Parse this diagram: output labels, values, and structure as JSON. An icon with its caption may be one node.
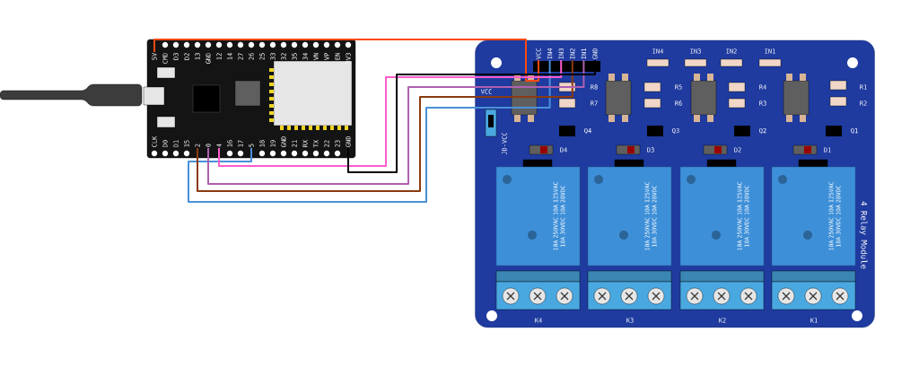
{
  "diagram": {
    "nodes": [
      {
        "text": [],
        "shape": "box"
      },
      {
        "text": [
          "5V"
        ],
        "in": 0
      },
      {
        "text": [
          "2"
        ],
        "in": 0
      },
      {
        "text": [
          "0"
        ],
        "in": 0
      },
      {
        "text": [
          "4"
        ],
        "in": 0
      },
      {
        "text": [
          "5"
        ],
        "in": 0
      },
      {
        "text": [
          "GND"
        ],
        "in": 0
      },
      {
        "text": [
          "4 Relay Module"
        ]
      },
      {
        "text": [
          "VCC"
        ],
        "in": 7
      },
      {
        "text": [
          "IN4"
        ],
        "in": 7
      },
      {
        "text": [
          "IN3"
        ],
        "in": 7
      },
      {
        "text": [
          "IN2"
        ],
        "in": 7
      },
      {
        "text": [
          "IN1"
        ],
        "in": 7
      },
      {
        "text": [
          "GND"
        ],
        "in": 7
      }
    ],
    "edges": [
      {
        "from": 1,
        "to": 8,
        "arrow": "none",
        "color": "#ff4a12"
      },
      {
        "from": 5,
        "to": 9,
        "arrow": "none",
        "color": "#4a90d9"
      },
      {
        "from": 4,
        "to": 10,
        "arrow": "none",
        "color": "#ff5ccd"
      },
      {
        "from": 2,
        "to": 11,
        "arrow": "none",
        "color": "#8b3a0f"
      },
      {
        "from": 3,
        "to": 12,
        "arrow": "none",
        "color": "#b060b0"
      },
      {
        "from": 6,
        "to": 13,
        "arrow": "none",
        "color": "#000000"
      }
    ],
    "labels": [
      "CMD",
      "D3",
      "D2",
      "13",
      "GND",
      "12",
      "14",
      "27",
      "26",
      "25",
      "33",
      "32",
      "35",
      "34",
      "VN",
      "VP",
      "EN",
      "3V3",
      "CLK",
      "D0",
      "D1",
      "15",
      "16",
      "17",
      "18",
      "19",
      "GND",
      "21",
      "RX",
      "TX",
      "22",
      "23",
      "IN4",
      "IN3",
      "IN2",
      "IN1",
      "VCC",
      "JD-VCC",
      "R8",
      "R5",
      "R4",
      "R1",
      "R7",
      "R6",
      "R3",
      "R2",
      "Q4",
      "Q3",
      "Q2",
      "Q1",
      "D4",
      "D3",
      "D2",
      "D1",
      "10A 250VAC 10A 125VAC 10A 30VDC 10A 28VDC",
      "10A 250VAC 10A 125VAC 10A 30VDC 10A 28VDC",
      "10A 250VAC 10A 125VAC 10A 30VDC 10A 28VDC",
      "10A 250VAC 10A 125VAC 10A 30VDC 10A 28VDC",
      "K4",
      "K3",
      "K2",
      "K1"
    ]
  }
}
